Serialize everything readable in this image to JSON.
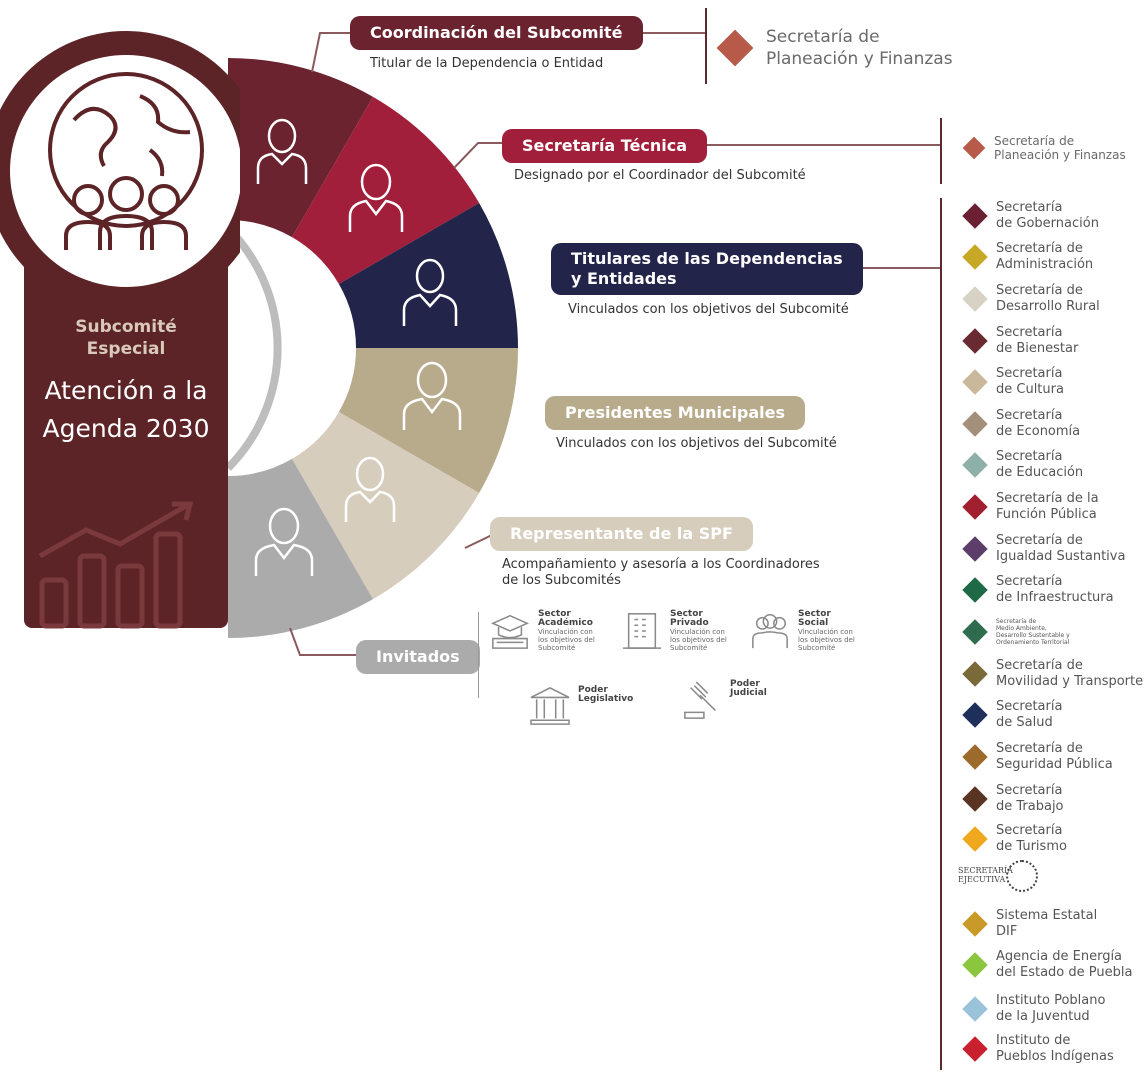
{
  "panel": {
    "heading": "Subcomité\nEspecial",
    "title": "Atención a la\nAgenda 2030",
    "color": "#5c2427"
  },
  "roles": [
    {
      "title": "Coordinación del Subcomité",
      "subtitle": "Titular de la Dependencia o Entidad",
      "color": "#6b2330"
    },
    {
      "title": "Secretaría Técnica",
      "subtitle": "Designado por el Coordinador del Subcomité",
      "color": "#a11f3b"
    },
    {
      "title": "Titulares de las Dependencias\ny Entidades",
      "subtitle": "Vinculados con los objetivos del Subcomité",
      "color": "#23244a"
    },
    {
      "title": "Presidentes Municipales",
      "subtitle": "Vinculados con los objetivos del Subcomité",
      "color": "#b7ab8c"
    },
    {
      "title": "Representante de la SPF",
      "subtitle": "Acompañamiento y asesoría a los Coordinadores\nde los Subcomités",
      "color": "#d6cdbd"
    },
    {
      "title": "Invitados",
      "subtitle": "",
      "color": "#ababab"
    }
  ],
  "spf_logo_1": {
    "text": "Secretaría de\nPlaneación y Finanzas",
    "color": "#b85a4a"
  },
  "spf_logo_2": {
    "text": "Secretaría de\nPlaneación y Finanzas",
    "color": "#b85a4a"
  },
  "invitados": [
    {
      "name": "Sector\nAcadémico",
      "desc": "Vinculación con\nlos objetivos del\nSubcomité",
      "icon": "graduation-cap-books-icon"
    },
    {
      "name": "Sector\nPrivado",
      "desc": "Vinculación con\nlos objetivos del\nSubcomité",
      "icon": "building-icon"
    },
    {
      "name": "Sector\nSocial",
      "desc": "Vinculación con\nlos objetivos del\nSubcomité",
      "icon": "people-group-icon"
    },
    {
      "name": "Poder\nLegislativo",
      "desc": "",
      "icon": "government-building-icon"
    },
    {
      "name": "Poder\nJudicial",
      "desc": "",
      "icon": "gavel-icon"
    }
  ],
  "secretarias": [
    {
      "name": "Secretaría\nde Gobernación",
      "color": "#6b1f33"
    },
    {
      "name": "Secretaría de\nAdministración",
      "color": "#c6a826"
    },
    {
      "name": "Secretaría de\nDesarrollo Rural",
      "color": "#d8d2c4"
    },
    {
      "name": "Secretaría\nde Bienestar",
      "color": "#6a2a31"
    },
    {
      "name": "Secretaría\nde Cultura",
      "color": "#c9b89a"
    },
    {
      "name": "Secretaría\nde Economía",
      "color": "#a38f7c"
    },
    {
      "name": "Secretaría\nde Educación",
      "color": "#8fb0a8"
    },
    {
      "name": "Secretaría de la\nFunción Pública",
      "color": "#a0202f"
    },
    {
      "name": "Secretaría de\nIgualdad Sustantiva",
      "color": "#5d3e6b"
    },
    {
      "name": "Secretaría\nde Infraestructura",
      "color": "#1f6a46"
    },
    {
      "name": "Secretaría de\nMedio Ambiente,\nDesarrollo Sustentable y\nOrdenamiento Territorial",
      "color": "#2f6b4d",
      "small": true
    },
    {
      "name": "Secretaría de\nMovilidad y Transporte",
      "color": "#7a6a3a"
    },
    {
      "name": "Secretaría\nde Salud",
      "color": "#1e2f5c"
    },
    {
      "name": "Secretaría de\nSeguridad Pública",
      "color": "#9c6a2b"
    },
    {
      "name": "Secretaría\nde Trabajo",
      "color": "#5a3422"
    },
    {
      "name": "Secretaría\nde Turismo",
      "color": "#f0a81f"
    },
    {
      "name": "SECRETARÍA\nEJECUTIVA",
      "color": "#888888",
      "seal": true
    },
    {
      "name": "Sistema Estatal\nDIF",
      "color": "#c99a2a"
    },
    {
      "name": "Agencia de Energía\ndel Estado de Puebla",
      "color": "#8cc63f"
    },
    {
      "name": "Instituto Poblano\nde la Juventud",
      "color": "#9ac3d9"
    },
    {
      "name": "Instituto de\nPueblos Indígenas",
      "color": "#c9202f"
    }
  ]
}
